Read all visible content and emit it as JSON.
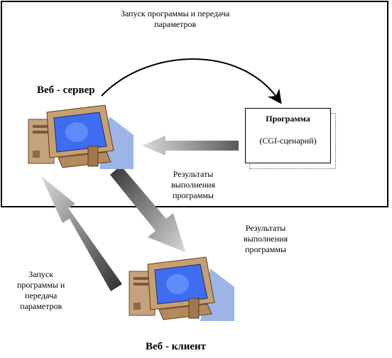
{
  "diagram": {
    "top_caption": [
      "Запуск программы и передача",
      "параметров"
    ],
    "server_title": "Веб - сервер",
    "program_box": {
      "title": "Программа",
      "subtitle": "(CGI-сценарий)"
    },
    "results_inner": [
      "Результаты",
      "выполнения",
      "программы"
    ],
    "results_outer": [
      "Результаты",
      "выполнения",
      "программы"
    ],
    "launch_left": [
      "Запуск",
      "программы и",
      "передача",
      "параметров"
    ],
    "client_title": "Веб - клиент"
  },
  "icons": {
    "server": "desktop-computer-icon",
    "client": "desktop-computer-icon"
  },
  "colors": {
    "screen_blue": "#3f6df2",
    "monitor_tan": "#c8a070",
    "shadow_blue": "#9db5e6",
    "arrow_dark": "#3a3a3a",
    "arrow_light": "#d0d0d0"
  }
}
